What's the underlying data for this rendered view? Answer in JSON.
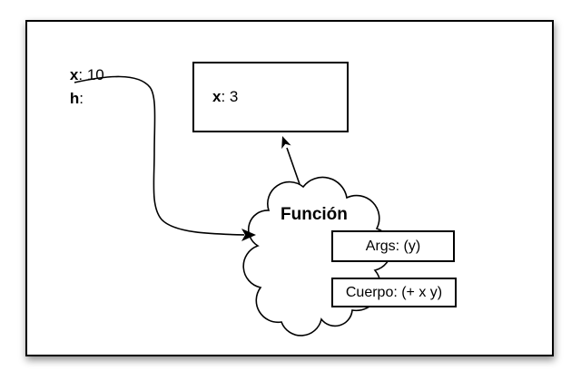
{
  "colors": {
    "ink": "#000000",
    "paper": "#ffffff"
  },
  "env": {
    "x_binding": {
      "name": "x",
      "sep": ": ",
      "value": "10"
    },
    "h_binding": {
      "name": "h",
      "sep": ":",
      "value": ""
    }
  },
  "value_box": {
    "name": "x",
    "sep": ": ",
    "value": "3"
  },
  "function_cloud": {
    "label": "Función"
  },
  "args_box": {
    "label": "Args: (y)"
  },
  "body_box": {
    "label": "Cuerpo: (+ x y)"
  }
}
